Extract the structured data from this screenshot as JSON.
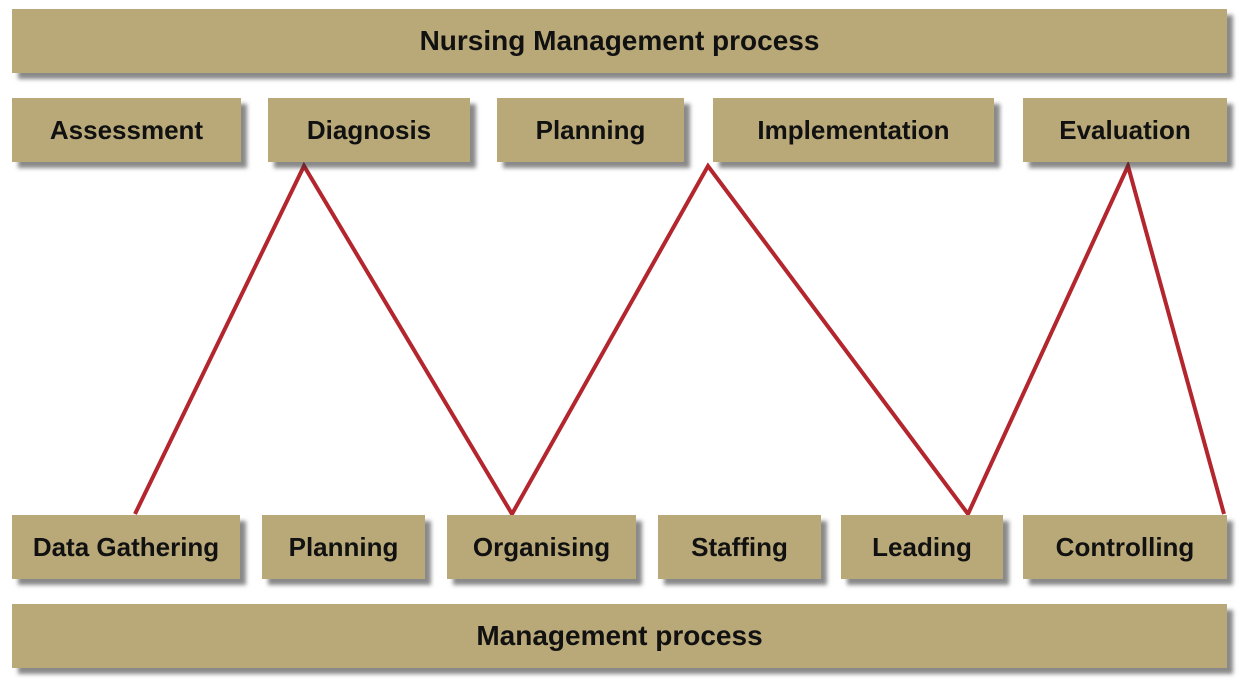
{
  "top_banner": "Nursing Management process",
  "bottom_banner": "Management process",
  "nursing_steps": [
    "Assessment",
    "Diagnosis",
    "Planning",
    "Implementation",
    "Evaluation"
  ],
  "management_steps": [
    "Data Gathering",
    "Planning",
    "Organising",
    "Staffing",
    "Leading",
    "Controlling"
  ],
  "colors": {
    "box_fill": "#b9a978",
    "connector_line": "#b3262e"
  }
}
